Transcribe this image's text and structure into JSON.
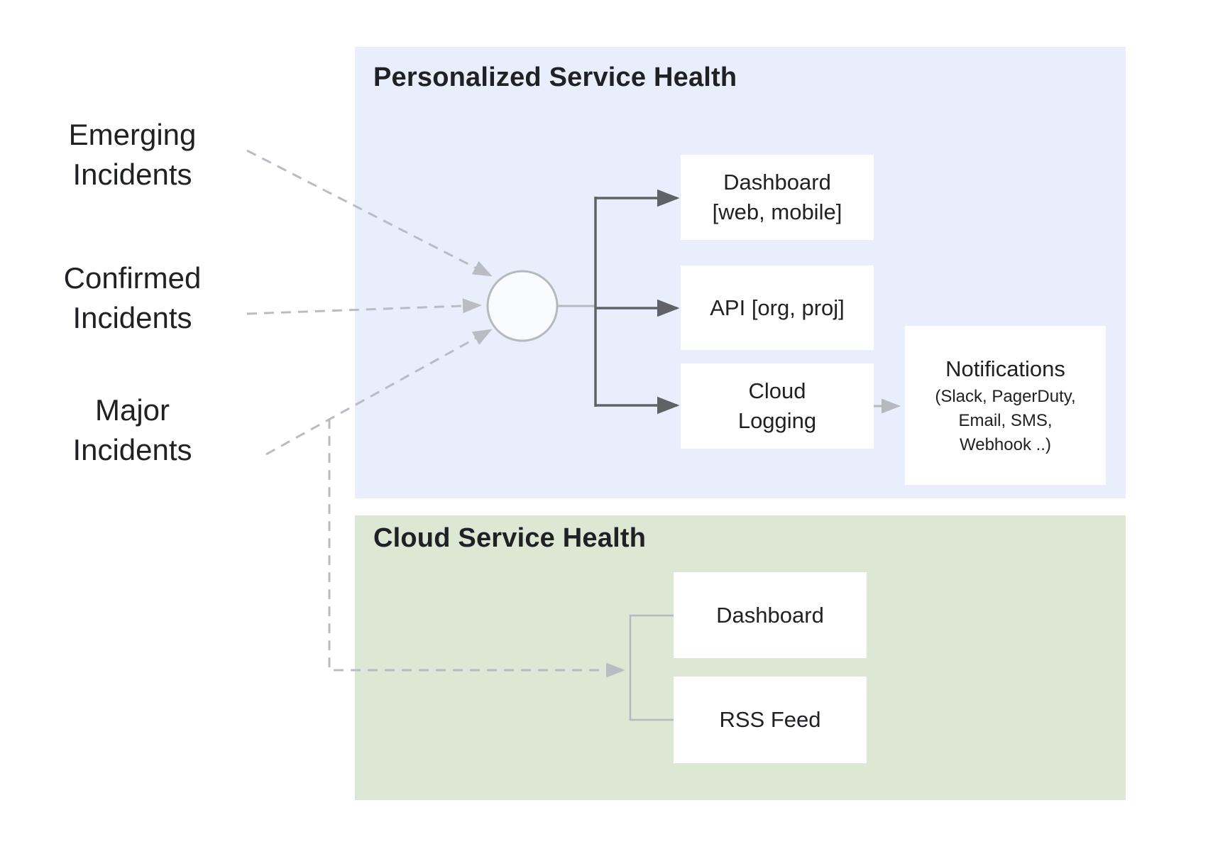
{
  "diagram": {
    "sources": [
      {
        "id": "emerging",
        "lines": [
          "Emerging",
          "Incidents"
        ]
      },
      {
        "id": "confirmed",
        "lines": [
          "Confirmed",
          "Incidents"
        ]
      },
      {
        "id": "major",
        "lines": [
          "Major",
          "Incidents"
        ]
      }
    ],
    "personalized_panel": {
      "title": "Personalized Service Health",
      "bg_color": "#e8eefc",
      "nodes": {
        "dashboard": {
          "lines": [
            "Dashboard",
            "[web, mobile]"
          ]
        },
        "api": {
          "lines": [
            "API [org, proj]"
          ]
        },
        "cloud_logging": {
          "lines": [
            "Cloud",
            "Logging"
          ]
        },
        "notifications": {
          "title": "Notifications",
          "sub_lines": [
            "(Slack, PagerDuty,",
            "Email, SMS,",
            "Webhook ..)"
          ]
        }
      }
    },
    "cloud_panel": {
      "title": "Cloud Service Health",
      "bg_color": "#dce8d4",
      "nodes": {
        "dashboard": {
          "label": "Dashboard"
        },
        "rss": {
          "label": "RSS Feed"
        }
      }
    },
    "connections": [
      {
        "from": "emerging-incidents",
        "to": "hub-circle",
        "style": "dashed-arrow"
      },
      {
        "from": "confirmed-incidents",
        "to": "hub-circle",
        "style": "dashed-arrow"
      },
      {
        "from": "major-incidents",
        "to": "hub-circle",
        "style": "dashed-arrow"
      },
      {
        "from": "major-incidents-line",
        "to": "cloud-service-health-branch",
        "style": "dashed-arrow"
      },
      {
        "from": "hub-circle",
        "to": "dashboard-web-mobile",
        "style": "solid-arrow"
      },
      {
        "from": "hub-circle",
        "to": "api-org-proj",
        "style": "solid-arrow"
      },
      {
        "from": "hub-circle",
        "to": "cloud-logging",
        "style": "solid-arrow"
      },
      {
        "from": "cloud-logging",
        "to": "notifications",
        "style": "light-arrow"
      },
      {
        "from": "cloud-service-health-branch",
        "to": "dashboard",
        "style": "light-line"
      },
      {
        "from": "cloud-service-health-branch",
        "to": "rss-feed",
        "style": "light-line"
      }
    ],
    "colors": {
      "panel_blue": "#e8eefc",
      "panel_green": "#dce8d4",
      "node_white": "#ffffff",
      "text_dark": "#202124",
      "connector_dark": "#5f6368",
      "connector_light": "#b6b9be",
      "dashed_gray": "#b9bdc3"
    }
  }
}
